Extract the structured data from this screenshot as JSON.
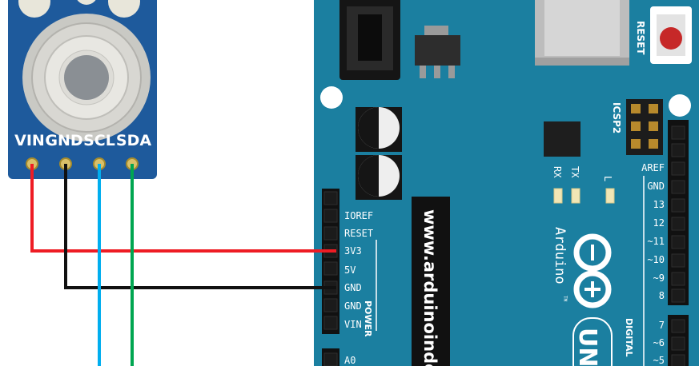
{
  "sensor_module": {
    "pins": [
      "VIN",
      "GND",
      "SCL",
      "SDA"
    ]
  },
  "board": {
    "reset_label": "RESET",
    "icsp_label": "ICSP2",
    "tx_label": "TX",
    "rx_label": "RX",
    "l_label": "L",
    "power_header": {
      "pins": [
        "IOREF",
        "RESET",
        "3V3",
        "5V",
        "GND",
        "GND",
        "VIN"
      ],
      "group_label": "POWER"
    },
    "analog_first_pin": "A0",
    "website_text": "www.arduinoindo",
    "brand_text": "Arduino",
    "tm": "TM",
    "uno_text": "UN",
    "digital_label": "DIGITAL",
    "digital_upper": [
      "AREF",
      "GND",
      "13",
      "12",
      "~11",
      "~10",
      "~9",
      "8"
    ],
    "digital_lower": [
      "7",
      "~6",
      "~5"
    ]
  },
  "wires": [
    {
      "from": "VIN",
      "to": "3V3",
      "color": "#ee1c24"
    },
    {
      "from": "GND",
      "to": "GND",
      "color": "#111111"
    },
    {
      "from": "SCL",
      "to": "offscreen",
      "color": "#00aeef"
    },
    {
      "from": "SDA",
      "to": "offscreen",
      "color": "#00a651"
    }
  ],
  "colors": {
    "pcb_blue": "#1b7fa0",
    "sensor_blue": "#1e5a9c",
    "header_black": "#111111"
  }
}
